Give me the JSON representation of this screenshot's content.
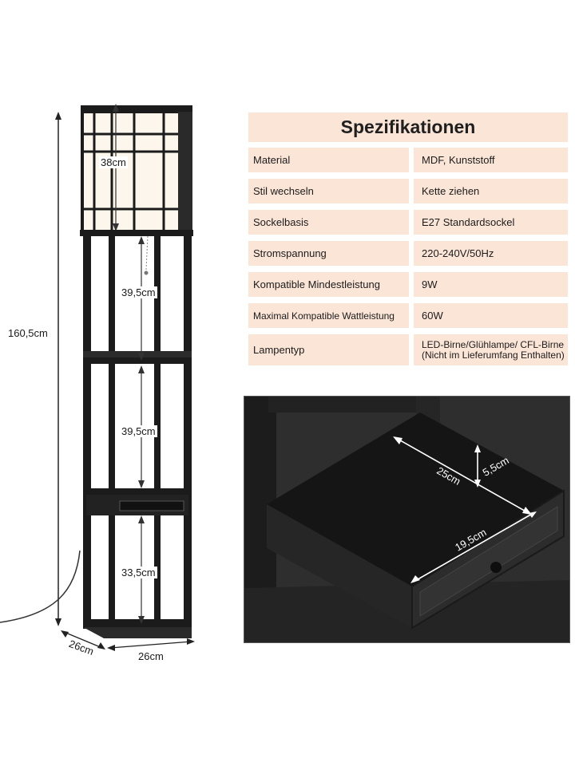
{
  "spec": {
    "title": "Spezifikationen",
    "rows": [
      {
        "key": "Material",
        "value": "MDF, Kunststoff"
      },
      {
        "key": "Stil wechseln",
        "value": "Kette ziehen"
      },
      {
        "key": "Sockelbasis",
        "value": "E27 Standardsockel"
      },
      {
        "key": "Stromspannung",
        "value": "220-240V/50Hz"
      },
      {
        "key": "Kompatible Mindestleistung",
        "value": "9W"
      },
      {
        "key": "Maximal Kompatible Wattleistung",
        "value": "60W"
      },
      {
        "key": "Lampentyp",
        "value": "LED-Birne/Glühlampe/ CFL-Birne (Nicht im Lieferumfang Enthalten)"
      }
    ]
  },
  "dimensions": {
    "total_height": "160,5cm",
    "lamp_height": "38cm",
    "shelf1": "39,5cm",
    "shelf2": "39,5cm",
    "shelf3": "33,5cm",
    "depth": "26cm",
    "width": "26cm"
  },
  "drawer": {
    "length": "25cm",
    "depth": "5,5cm",
    "width": "19,5cm"
  },
  "colors": {
    "table_bg": "#fbe5d7",
    "furniture": "#1b1b1b",
    "lamp_glow": "#fdf6ec"
  }
}
